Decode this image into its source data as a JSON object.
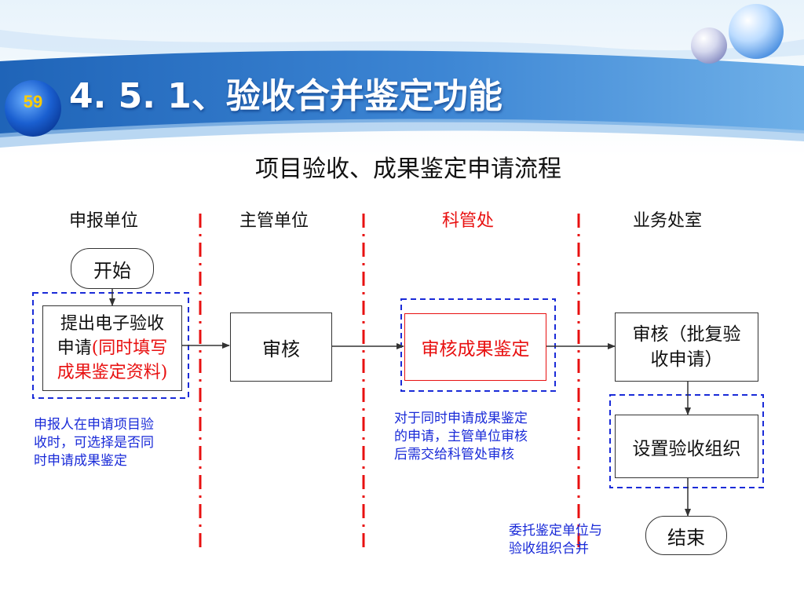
{
  "slide": {
    "page_number": "59",
    "title": "4. 5. 1、验收合并鉴定功能",
    "subtitle": "项目验收、成果鉴定申请流程"
  },
  "lanes": [
    {
      "label": "申报单位",
      "color": "#111111"
    },
    {
      "label": "主管单位",
      "color": "#111111"
    },
    {
      "label": "科管处",
      "color": "#e81010"
    },
    {
      "label": "业务处室",
      "color": "#111111"
    }
  ],
  "nodes": {
    "start": "开始",
    "submit_line1": "提出电子验收",
    "submit_line2_black": "申请",
    "submit_line2_red": "(同时填写",
    "submit_line3_red": "成果鉴定资料)",
    "review": "审核",
    "appraisal_review": "审核成果鉴定",
    "approve_line1": "审核（批复验",
    "approve_line2": "收申请）",
    "setup": "设置验收组织",
    "end": "结束"
  },
  "notes": {
    "applicant_line1": "申报人在申请项目验",
    "applicant_line2": "收时，可选择是否同",
    "applicant_line3": "时申请成果鉴定",
    "office_line1": "对于同时申请成果鉴定",
    "office_line2": "的申请，主管单位审核",
    "office_line3": "后需交给科管处审核",
    "merge_line1": "委托鉴定单位与",
    "merge_line2": "验收组织合并"
  },
  "colors": {
    "lane_divider": "#e81010",
    "highlight_frame": "#1a2bd8",
    "note_text": "#1a2bd8",
    "emphasis_text": "#e81010",
    "title_text": "#ffffff",
    "page_number": "#ffcc00"
  }
}
